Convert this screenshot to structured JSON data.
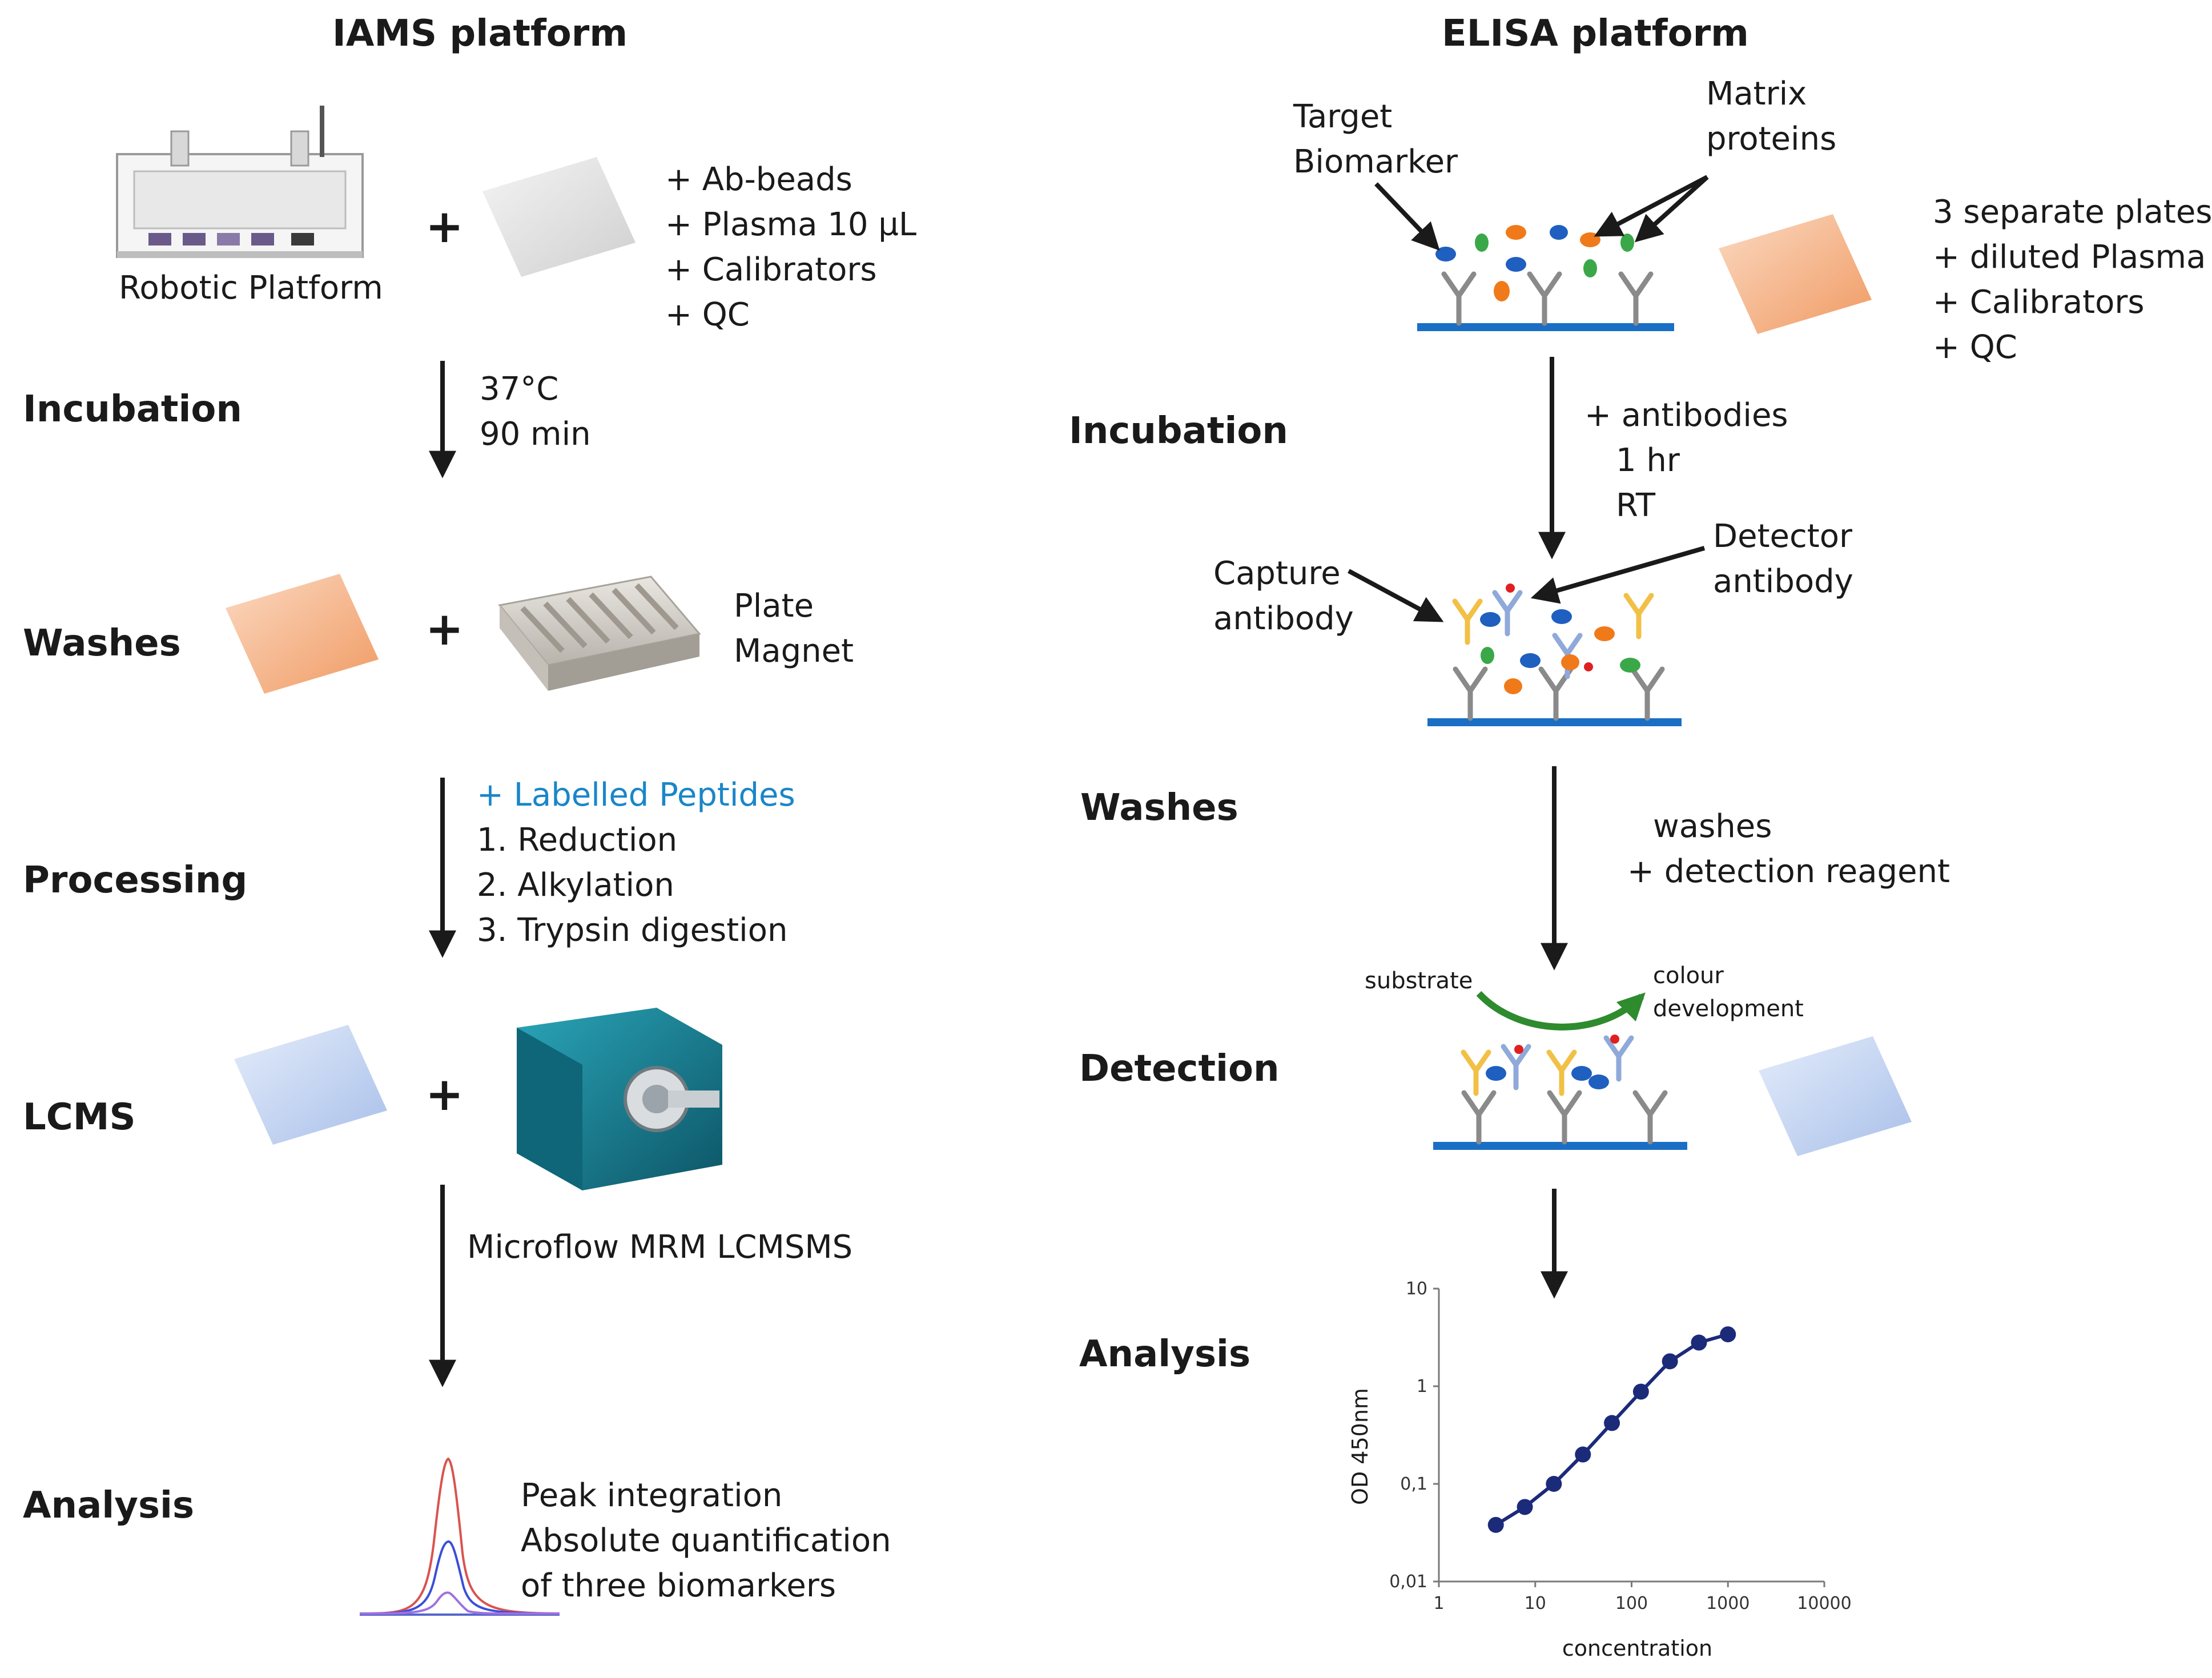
{
  "iams": {
    "title": "IAMS platform",
    "robot_label": "Robotic Platform",
    "reagents": [
      "+ Ab-beads",
      "+ Plasma 10 µL",
      "+ Calibrators",
      "+ QC"
    ],
    "plus": "+",
    "steps": {
      "incubation": "Incubation",
      "washes": "Washes",
      "processing": "Processing",
      "lcms": "LCMS",
      "analysis": "Analysis"
    },
    "incubation_conditions": [
      "37°C",
      "90 min"
    ],
    "magnet_label": [
      "Plate",
      "Magnet"
    ],
    "processing_added": "+ Labelled Peptides",
    "processing_steps": [
      "1. Reduction",
      "2. Alkylation",
      "3. Trypsin digestion"
    ],
    "lcms_method": "Microflow MRM LCMSMS",
    "analysis_text": [
      "Peak integration",
      "Absolute quantification",
      "of three biomarkers"
    ]
  },
  "elisa": {
    "title": "ELISA platform",
    "target_label": [
      "Target",
      "Biomarker"
    ],
    "matrix_label": [
      "Matrix",
      "proteins"
    ],
    "plates_text": [
      "3 separate plates",
      "+ diluted Plasma",
      "+ Calibrators",
      "+ QC"
    ],
    "steps": {
      "incubation": "Incubation",
      "washes": "Washes",
      "detection": "Detection",
      "analysis": "Analysis"
    },
    "incubation_conditions": [
      "+ antibodies",
      "1 hr",
      "RT"
    ],
    "capture_label": [
      "Capture",
      "antibody"
    ],
    "detector_label": [
      "Detector",
      "antibody"
    ],
    "washes_text": [
      "washes",
      "+ detection reagent"
    ],
    "substrate_label": "substrate",
    "colour_label": [
      "colour",
      "development"
    ]
  },
  "colors": {
    "arrow": "#1a1a1a",
    "surface": "#1a6fc4",
    "biomarker": "#1f5fbf",
    "orange_protein": "#f07a1a",
    "green_protein": "#3aa848",
    "capture_ab": "#8a8a8a",
    "detector_ab": "#8fa9d9",
    "yellow_ab": "#f2c046",
    "accent_blue_text": "#1a86c8",
    "curve": "#1c2a7a",
    "colour_arrow": "#2e8b2e",
    "plate_orange": "#f5b48a",
    "plate_blue": "#b9cdee",
    "instrument_teal": "#147a8c"
  },
  "chart_data": {
    "type": "line",
    "xlabel": "concentration",
    "ylabel": "OD 450nm",
    "x_scale": "log",
    "y_scale": "log",
    "xlim": [
      1,
      10000
    ],
    "ylim": [
      0.01,
      10
    ],
    "x_ticks": [
      "1",
      "10",
      "100",
      "1000",
      "10000"
    ],
    "y_ticks": [
      "0,01",
      "0,1",
      "1",
      "10"
    ],
    "grid": false,
    "series": [
      {
        "x": [
          3.9,
          7.8,
          15.6,
          31.25,
          62.5,
          125,
          250,
          500,
          1000
        ],
        "y": [
          0.038,
          0.058,
          0.1,
          0.2,
          0.42,
          0.88,
          1.8,
          2.8,
          3.4
        ]
      }
    ]
  }
}
